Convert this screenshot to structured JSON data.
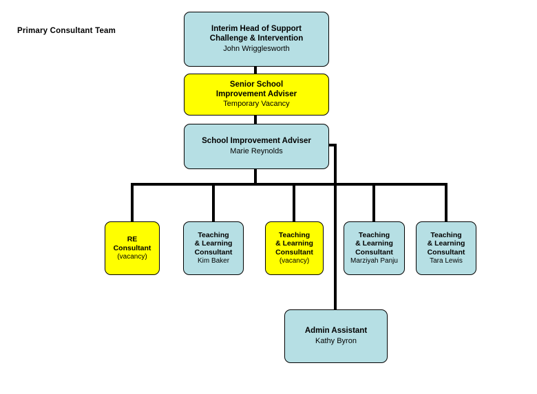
{
  "page": {
    "title": "Primary Consultant Team",
    "colors": {
      "blue": "#b6dfe4",
      "yellow": "#ffff00",
      "line": "#000000",
      "background": "#ffffff"
    }
  },
  "nodes": {
    "head": {
      "role": "Interim Head of Support\nChallenge & Intervention",
      "person": "John Wrigglesworth",
      "fill": "blue"
    },
    "senior_adviser": {
      "role": "Senior School\nImprovement Adviser",
      "person": "Temporary Vacancy",
      "fill": "yellow"
    },
    "adviser": {
      "role": "School Improvement Adviser",
      "person": "Marie Reynolds",
      "fill": "blue"
    },
    "re_consultant": {
      "role": "RE Consultant",
      "person": "(vacancy)",
      "fill": "yellow"
    },
    "tlc_kim": {
      "role": "Teaching\n& Learning\nConsultant",
      "person": "Kim Baker",
      "fill": "blue"
    },
    "tlc_vacancy": {
      "role": "Teaching\n& Learning\nConsultant",
      "person": "(vacancy)",
      "fill": "yellow"
    },
    "tlc_marziyah": {
      "role": "Teaching\n& Learning\nConsultant",
      "person": "Marziyah Panju",
      "fill": "blue"
    },
    "tlc_tara": {
      "role": "Teaching\n& Learning\nConsultant",
      "person": "Tara Lewis",
      "fill": "blue"
    },
    "admin_assistant": {
      "role": "Admin Assistant",
      "person": "Kathy Byron",
      "fill": "blue"
    }
  }
}
